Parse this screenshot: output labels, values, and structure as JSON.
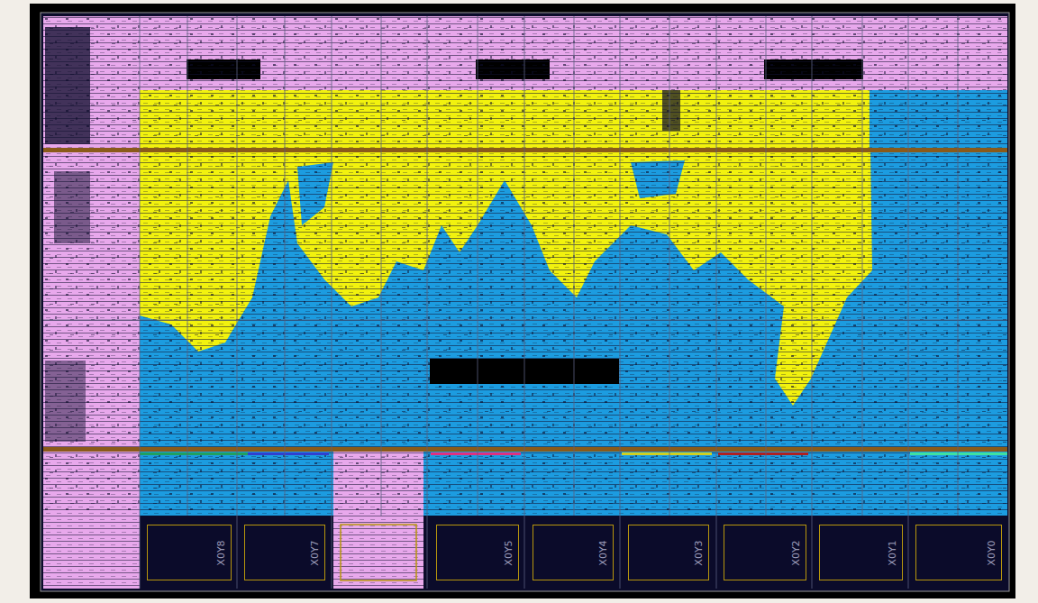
{
  "diagram": {
    "nodes": [
      {
        "text": [
          "X0Y8"
        ]
      },
      {
        "text": [
          "X0Y7"
        ]
      },
      {
        "text": [
          "X0Y5"
        ]
      },
      {
        "text": [
          "X0Y4"
        ]
      },
      {
        "text": [
          "X0Y3"
        ]
      },
      {
        "text": [
          "X0Y2"
        ]
      },
      {
        "text": [
          "X0Y1"
        ]
      },
      {
        "text": [
          "X0Y0"
        ]
      }
    ]
  }
}
